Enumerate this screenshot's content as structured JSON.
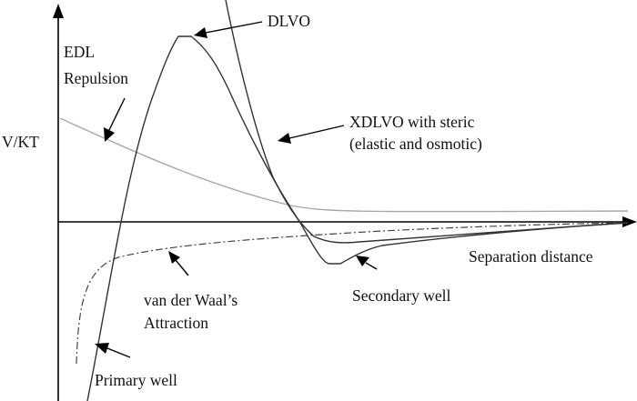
{
  "labels": {
    "y_axis": "V/KT",
    "x_axis": "Separation distance",
    "edl_line1": "EDL",
    "edl_line2": "Repulsion",
    "dlvo": "DLVO",
    "xdlvo_line1": "XDLVO with steric",
    "xdlvo_line2": "(elastic and osmotic)",
    "vdw_line1": "van der Waal’s",
    "vdw_line2": "Attraction",
    "primary_well": "Primary well",
    "secondary_well": "Secondary well"
  },
  "colors": {
    "axis": "#000000",
    "curve_dlvo": "#333333",
    "curve_xdlvo": "#333333",
    "curve_edl": "#a8a8a8",
    "curve_vdw": "#444444",
    "text": "#111111"
  }
}
